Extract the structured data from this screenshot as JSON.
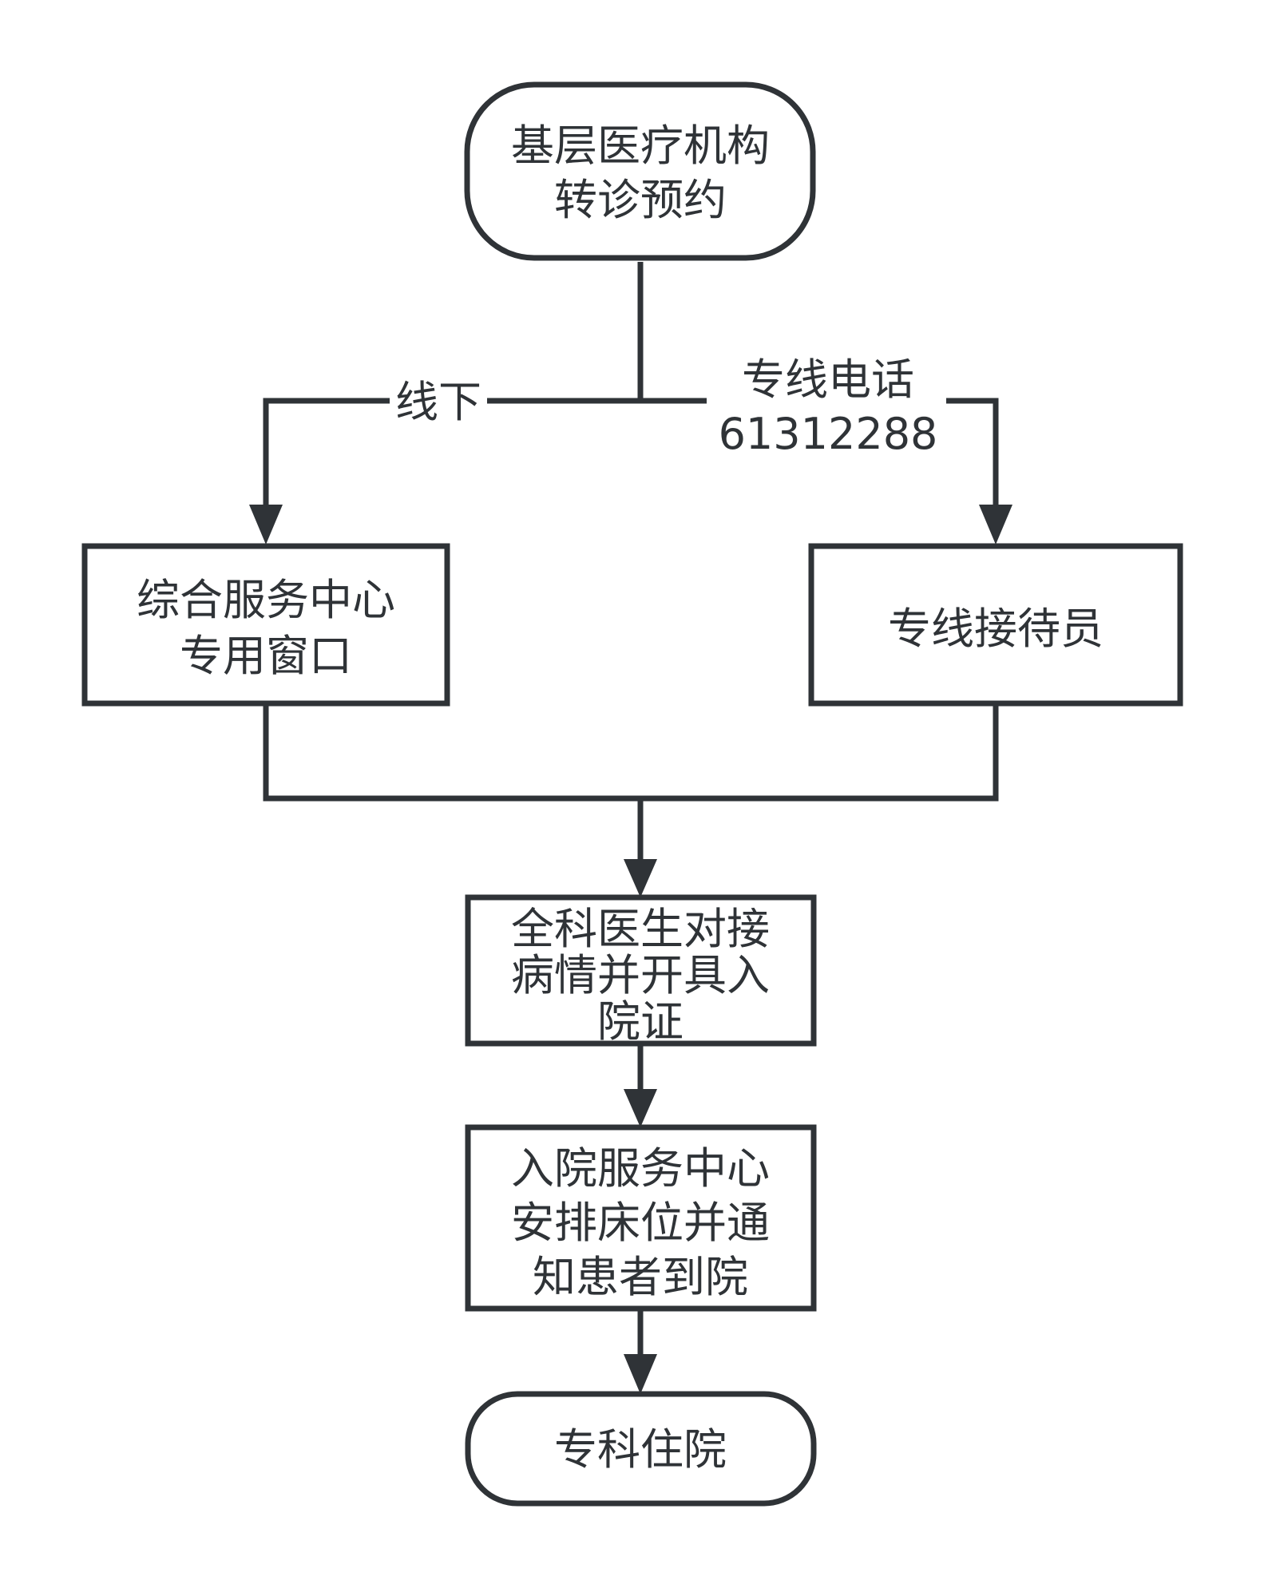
{
  "nodes": {
    "start": {
      "line1": "基层医疗机构",
      "line2": "转诊预约"
    },
    "service_window": {
      "line1": "综合服务中心",
      "line2": "专用窗口"
    },
    "hotline_receptionist": {
      "line1": "专线接待员"
    },
    "gp_doctor": {
      "line1": "全科医生对接",
      "line2": "病情并开具入",
      "line3": "院证"
    },
    "admission_center": {
      "line1": "入院服务中心",
      "line2": "安排床位并通",
      "line3": "知患者到院"
    },
    "end": {
      "line1": "专科住院"
    }
  },
  "edges": {
    "offline": {
      "label": "线下"
    },
    "hotline": {
      "label_line1": "专线电话",
      "label_line2": "61312288"
    }
  },
  "colors": {
    "stroke": "#2f3337",
    "text": "#2f3337",
    "fill": "#ffffff"
  }
}
